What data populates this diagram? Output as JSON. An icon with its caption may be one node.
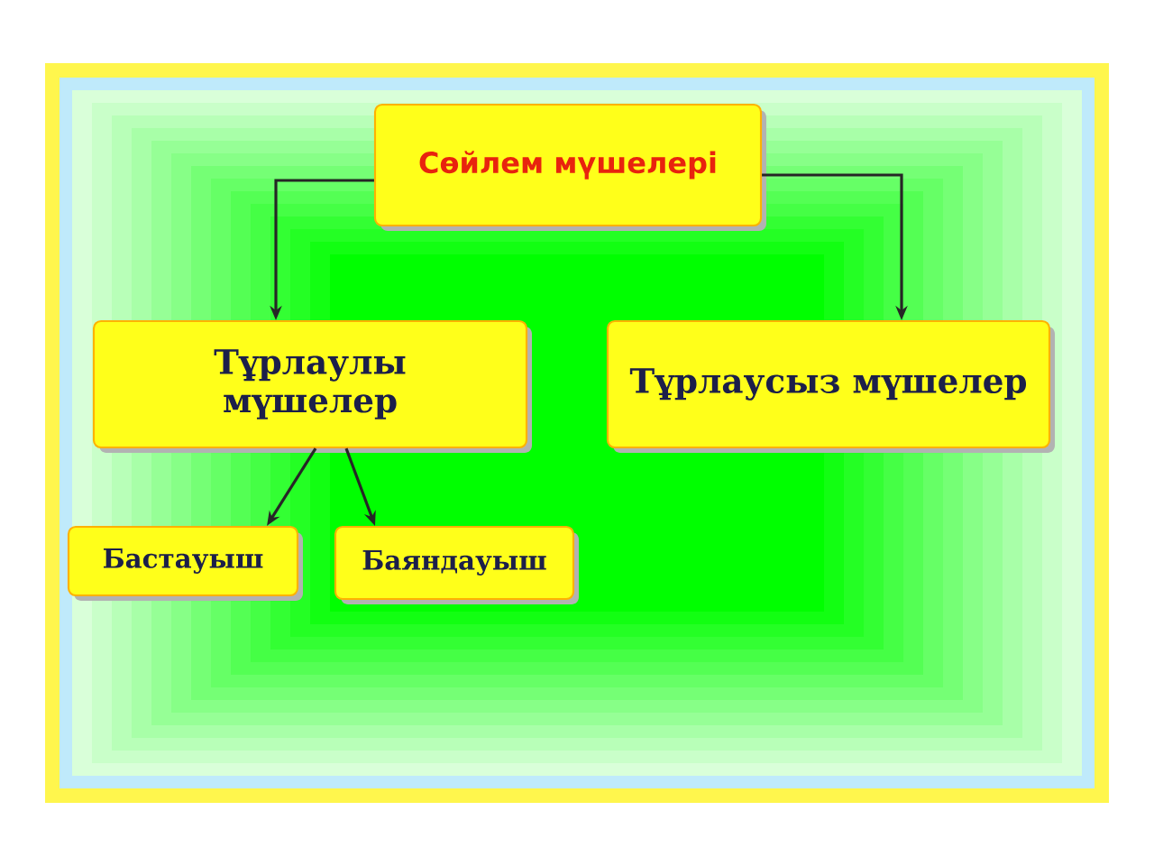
{
  "diagram": {
    "nodes": [
      {
        "text": [
          "Сөйлем мүшелері"
        ]
      },
      {
        "text": [
          "Тұрлаулы мүшелер"
        ]
      },
      {
        "text": [
          "Тұрлаусыз мүшелер"
        ]
      },
      {
        "text": [
          "Бастауыш"
        ]
      },
      {
        "text": [
          "Баяндауыш"
        ]
      }
    ],
    "edges": [
      {
        "from": 0,
        "to": 1,
        "arrow": "to"
      },
      {
        "from": 0,
        "to": 2,
        "arrow": "to"
      },
      {
        "from": 1,
        "to": 3,
        "arrow": "to"
      },
      {
        "from": 1,
        "to": 4,
        "arrow": "to"
      }
    ]
  }
}
